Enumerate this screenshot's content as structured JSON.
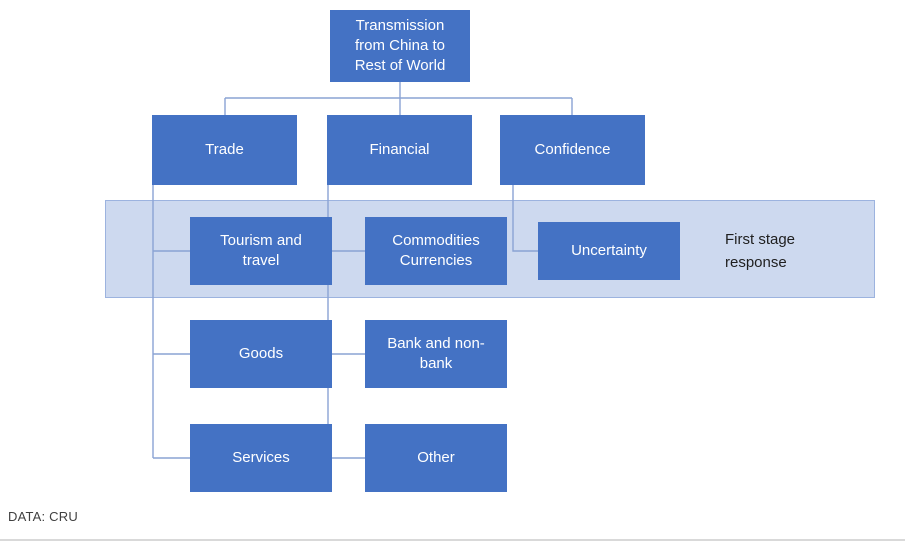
{
  "root": {
    "label": "Transmission from China to Rest of World"
  },
  "level1": {
    "trade": "Trade",
    "financial": "Financial",
    "confidence": "Confidence"
  },
  "first_stage": {
    "tourism": "Tourism and travel",
    "commodities": "Commodities Currencies",
    "uncertainty": "Uncertainty",
    "band_label": "First stage response"
  },
  "second_row": {
    "goods": "Goods",
    "bank": "Bank and non-bank"
  },
  "third_row": {
    "services": "Services",
    "other": "Other"
  },
  "source": "DATA: CRU",
  "colors": {
    "box_fill": "#4472C4",
    "box_text": "#FFFFFF",
    "band_fill": "#CDD9EF",
    "band_border": "#9CB3DF",
    "connector": "#8AA3D4",
    "label_text": "#1F1F1F",
    "source_text": "#404040"
  }
}
